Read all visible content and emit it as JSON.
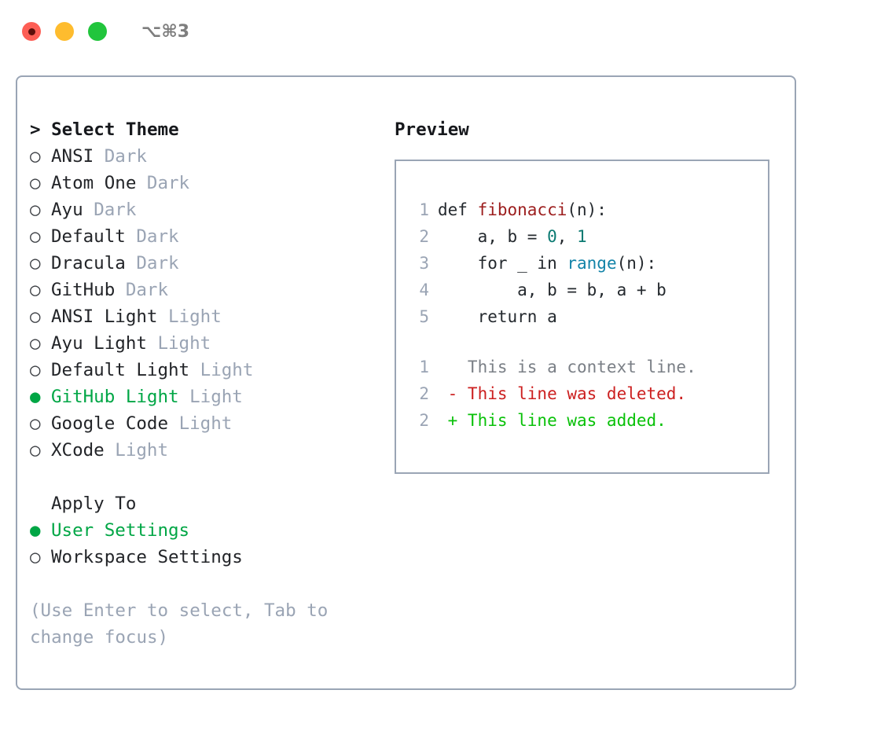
{
  "window": {
    "title": "⌥⌘3",
    "traffic_lights": [
      {
        "name": "close",
        "color": "#fd5e55"
      },
      {
        "name": "minimize",
        "color": "#febc2e"
      },
      {
        "name": "maximize",
        "color": "#21c53c"
      }
    ]
  },
  "theme_panel": {
    "header": "> Select Theme",
    "selected_theme": "GitHub Light",
    "accent_color": "#00a645",
    "tag_color": "#9aa4b4",
    "items": [
      {
        "bullet": "○",
        "label": "ANSI",
        "tag": "Dark",
        "selected": false
      },
      {
        "bullet": "○",
        "label": "Atom One",
        "tag": "Dark",
        "selected": false
      },
      {
        "bullet": "○",
        "label": "Ayu",
        "tag": "Dark",
        "selected": false
      },
      {
        "bullet": "○",
        "label": "Default",
        "tag": "Dark",
        "selected": false
      },
      {
        "bullet": "○",
        "label": "Dracula",
        "tag": "Dark",
        "selected": false
      },
      {
        "bullet": "○",
        "label": "GitHub",
        "tag": "Dark",
        "selected": false
      },
      {
        "bullet": "○",
        "label": "ANSI Light",
        "tag": "Light",
        "selected": false
      },
      {
        "bullet": "○",
        "label": "Ayu Light",
        "tag": "Light",
        "selected": false
      },
      {
        "bullet": "○",
        "label": "Default Light",
        "tag": "Light",
        "selected": false
      },
      {
        "bullet": "●",
        "label": "GitHub Light",
        "tag": "Light",
        "selected": true
      },
      {
        "bullet": "○",
        "label": "Google Code",
        "tag": "Light",
        "selected": false
      },
      {
        "bullet": "○",
        "label": "XCode",
        "tag": "Light",
        "selected": false
      }
    ]
  },
  "apply_to": {
    "header": "Apply To",
    "selected": "User Settings",
    "items": [
      {
        "bullet": "●",
        "label": "User Settings",
        "selected": true
      },
      {
        "bullet": "○",
        "label": "Workspace Settings",
        "selected": false
      }
    ]
  },
  "hint": {
    "line1": "(Use Enter to select, Tab to",
    "line2": "change focus)"
  },
  "preview": {
    "title": "Preview",
    "code_lines": [
      {
        "num": "1",
        "tokens": [
          {
            "t": "def ",
            "c": "plain"
          },
          {
            "t": "fibonacci",
            "c": "fn"
          },
          {
            "t": "(n):",
            "c": "plain"
          }
        ]
      },
      {
        "num": "2",
        "tokens": [
          {
            "t": "    a, b = ",
            "c": "plain"
          },
          {
            "t": "0",
            "c": "num"
          },
          {
            "t": ", ",
            "c": "plain"
          },
          {
            "t": "1",
            "c": "num"
          }
        ]
      },
      {
        "num": "3",
        "tokens": [
          {
            "t": "    for _ in ",
            "c": "plain"
          },
          {
            "t": "range",
            "c": "call"
          },
          {
            "t": "(n):",
            "c": "plain"
          }
        ]
      },
      {
        "num": "4",
        "tokens": [
          {
            "t": "        a, b = b, a + b",
            "c": "plain"
          }
        ]
      },
      {
        "num": "5",
        "tokens": [
          {
            "t": "    return a",
            "c": "plain"
          }
        ]
      }
    ],
    "diff_lines": [
      {
        "num": "1",
        "tokens": [
          {
            "t": "   This is a context line.",
            "c": "ctx"
          }
        ]
      },
      {
        "num": "2",
        "tokens": [
          {
            "t": " - This line was deleted.",
            "c": "del"
          }
        ]
      },
      {
        "num": "2",
        "tokens": [
          {
            "t": " + This line was added.",
            "c": "add"
          }
        ]
      }
    ]
  }
}
